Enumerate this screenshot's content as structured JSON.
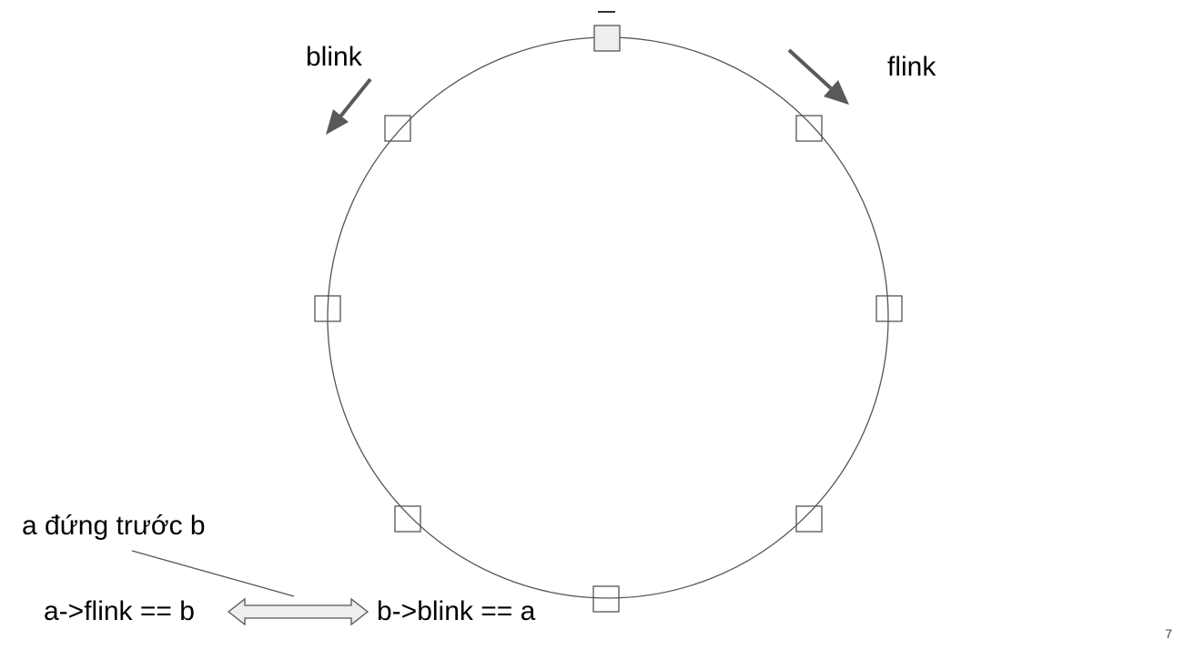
{
  "diagram": {
    "node_count": 8,
    "head_node_index": 0,
    "colors": {
      "circle_stroke": "#555555",
      "node_stroke": "#555555",
      "node_fill": "#ffffff",
      "head_fill": "#eeeeee",
      "arrow": "#595959",
      "double_arrow_fill": "#eeeeee",
      "double_arrow_stroke": "#555555",
      "text": "#000000"
    }
  },
  "labels": {
    "blink": "blink",
    "flink": "flink",
    "a_before_b": "a đứng trước b",
    "a_flink_eq_b": "a->flink == b",
    "b_blink_eq_a": "b->blink == a"
  },
  "slide": {
    "page_number": "7"
  }
}
